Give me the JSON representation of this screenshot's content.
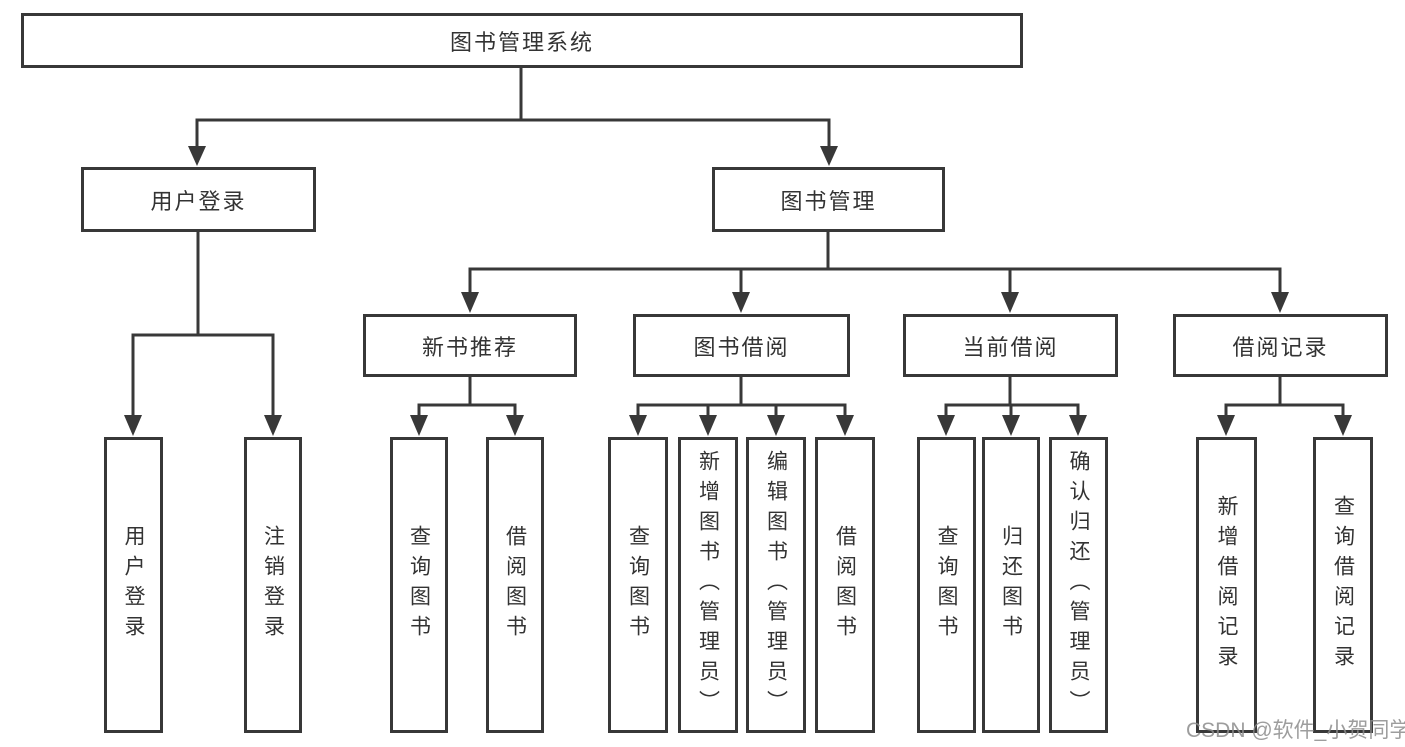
{
  "tree": {
    "root": {
      "label": "图书管理系统"
    },
    "branches": [
      {
        "label": "用户登录",
        "children": [
          {
            "label": "用户登录"
          },
          {
            "label": "注销登录"
          }
        ]
      },
      {
        "label": "图书管理",
        "children": [
          {
            "label": "新书推荐",
            "children": [
              {
                "label": "查询图书"
              },
              {
                "label": "借阅图书"
              }
            ]
          },
          {
            "label": "图书借阅",
            "children": [
              {
                "label": "查询图书"
              },
              {
                "label": "新增图书（管理员）"
              },
              {
                "label": "编辑图书（管理员）"
              },
              {
                "label": "借阅图书"
              }
            ]
          },
          {
            "label": "当前借阅",
            "children": [
              {
                "label": "查询图书"
              },
              {
                "label": "归还图书"
              },
              {
                "label": "确认归还（管理员）"
              }
            ]
          },
          {
            "label": "借阅记录",
            "children": [
              {
                "label": "新增借阅记录"
              },
              {
                "label": "查询借阅记录"
              }
            ]
          }
        ]
      }
    ]
  },
  "style": {
    "line_color": "#383838",
    "watermark_color": "#8c8c8c"
  },
  "watermark": {
    "text": "CSDN @软件_小贺同学"
  }
}
